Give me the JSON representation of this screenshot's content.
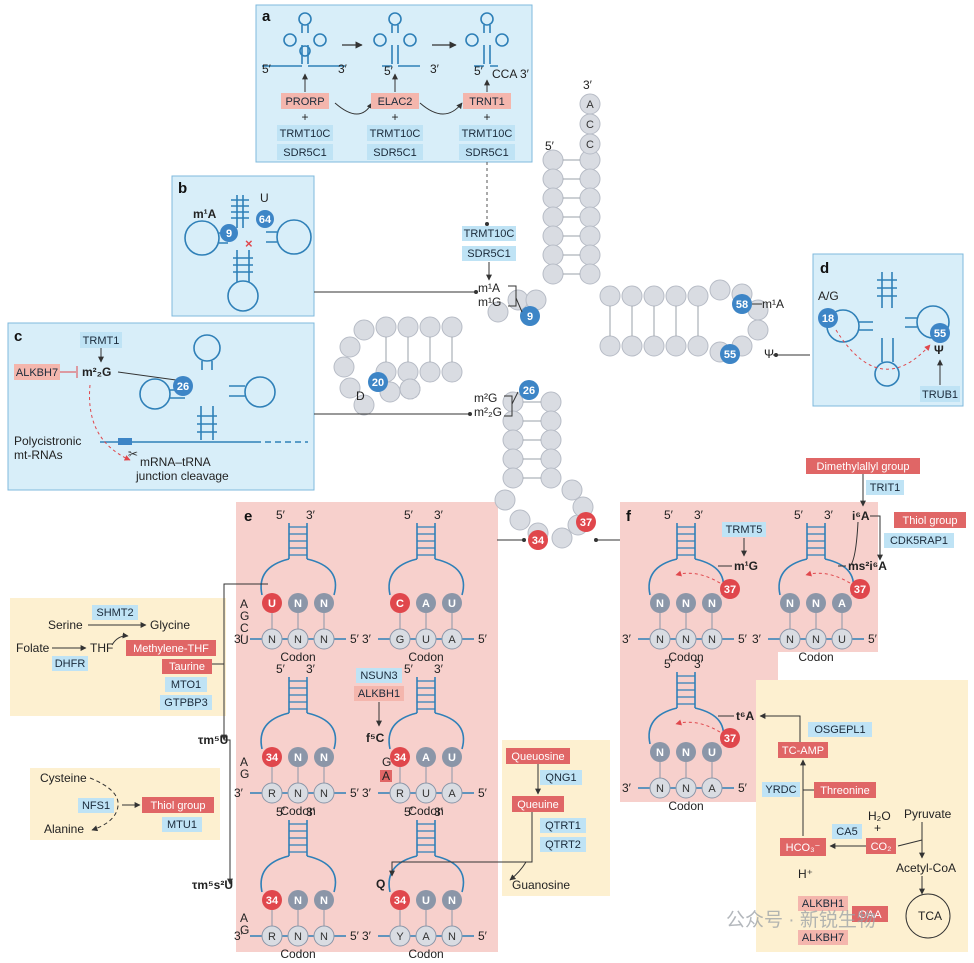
{
  "panels": {
    "a": {
      "letter": "a",
      "ends": {
        "five": "5′",
        "three": "3′",
        "cca": "CCA 3′"
      },
      "enzymes": [
        {
          "name": "PRORP",
          "partners": [
            "TRMT10C",
            "SDR5C1"
          ]
        },
        {
          "name": "ELAC2",
          "partners": [
            "TRMT10C",
            "SDR5C1"
          ]
        },
        {
          "name": "TRNT1",
          "partners": [
            "TRMT10C",
            "SDR5C1"
          ]
        }
      ],
      "plus": "+"
    },
    "b": {
      "letter": "b",
      "mod": "m¹A",
      "pos": [
        "9",
        "64"
      ],
      "u": "U"
    },
    "c": {
      "letter": "c",
      "enzyme": "TRMT1",
      "eraser": "ALKBH7",
      "mod": "m²₂G",
      "pos": "26",
      "poly": "Polycistronic",
      "poly2": "mt-RNAs",
      "cleave": "mRNA–tRNA",
      "cleave2": "junction cleavage"
    },
    "d": {
      "letter": "d",
      "ag": "A/G",
      "pos": [
        "18",
        "55"
      ],
      "psi": "Ψ",
      "enzyme": "TRUB1"
    },
    "e": {
      "letter": "e"
    },
    "f": {
      "letter": "f"
    }
  },
  "trna": {
    "top": {
      "three": "3′",
      "five": "5′",
      "a1": "A",
      "c1": "C",
      "c2": "C"
    },
    "center": {
      "enz1": "TRMT10C",
      "enz2": "SDR5C1",
      "m1A": "m¹A",
      "m1G": "m¹G",
      "m2G": "m²G",
      "m22G": "m²₂G",
      "D": "D",
      "psi": "Ψ",
      "m1A_58": "m¹A"
    },
    "nums": [
      "9",
      "20",
      "26",
      "58",
      "55",
      "34",
      "37"
    ]
  },
  "e_panel": {
    "ends": {
      "five": "5′",
      "three": "3′"
    },
    "codon": "Codon",
    "wobble": [
      "A",
      "G",
      "C",
      "U"
    ],
    "ag": [
      "A",
      "G"
    ],
    "ga": [
      "G",
      "A"
    ],
    "mods": {
      "tm5u": "τm⁵U",
      "f5c": "f⁵C",
      "tm5s2u": "τm⁵s²U",
      "q": "Q"
    },
    "enz": {
      "nsun3": "NSUN3",
      "alkbh1": "ALKBH1"
    },
    "anticodons": {
      "e1": [
        "U",
        "N",
        "N"
      ],
      "e1c": [
        "N",
        "N",
        "N"
      ],
      "e2": [
        "C",
        "A",
        "U"
      ],
      "e2c": [
        "G",
        "U",
        "A"
      ],
      "e3": [
        "34",
        "N",
        "N"
      ],
      "e3c": [
        "R",
        "N",
        "N"
      ],
      "e4": [
        "34",
        "A",
        "U"
      ],
      "e4c": [
        "R",
        "U",
        "A"
      ],
      "e5": [
        "34",
        "N",
        "N"
      ],
      "e5c": [
        "R",
        "N",
        "N"
      ],
      "e6": [
        "34",
        "U",
        "N"
      ],
      "e6c": [
        "Y",
        "A",
        "N"
      ]
    }
  },
  "f_panel": {
    "ends": {
      "five": "5′",
      "three": "3′"
    },
    "codon": "Codon",
    "anticodons": {
      "f1": [
        "N",
        "N",
        "N"
      ],
      "f1c": [
        "N",
        "N",
        "N"
      ],
      "f2": [
        "N",
        "N",
        "A"
      ],
      "f2c": [
        "N",
        "N",
        "U"
      ],
      "f3": [
        "N",
        "N",
        "U"
      ],
      "f3c": [
        "N",
        "N",
        "A"
      ]
    },
    "pos": "37",
    "mods": {
      "m1G": "m¹G",
      "ms2i6A": "ms²i⁶A",
      "i6A": "i⁶A",
      "t6A": "t⁶A"
    },
    "enz": {
      "trmt5": "TRMT5",
      "trit1": "TRIT1",
      "cdk5rap1": "CDK5RAP1",
      "dimethylallyl": "Dimethylallyl group",
      "thiol": "Thiol group"
    }
  },
  "folate_box": {
    "serine": "Serine",
    "glycine": "Glycine",
    "folate": "Folate",
    "thf": "THF",
    "shmt2": "SHMT2",
    "dhfr": "DHFR",
    "methylene": "Methylene-THF",
    "taurine": "Taurine",
    "mto1": "MTO1",
    "gtpbp3": "GTPBP3"
  },
  "cys_box": {
    "cysteine": "Cysteine",
    "alanine": "Alanine",
    "nfs1": "NFS1",
    "thiol": "Thiol group",
    "mtu1": "MTU1"
  },
  "queuine_box": {
    "queuosine": "Queuosine",
    "qng1": "QNG1",
    "queuine": "Queuine",
    "qtrt1": "QTRT1",
    "qtrt2": "QTRT2",
    "guanosine": "Guanosine"
  },
  "t6a_box": {
    "osgepl1": "OSGEPL1",
    "tcamp": "TC-AMP",
    "yrdc": "YRDC",
    "threonine": "Threonine",
    "h2o": "H₂O",
    "plus": "+",
    "pyruvate": "Pyruvate",
    "ca5": "CA5",
    "hco3": "HCO₃⁻",
    "co2": "CO₂",
    "hplus": "H⁺",
    "acetyl": "Acetyl-CoA",
    "alkbh1": "ALKBH1",
    "alkbh7": "ALKBH7",
    "oaa": "OAA",
    "tca": "TCA"
  },
  "watermark": "公众号 · 新锐生物",
  "colors": {
    "blue_box": "#d8eef9",
    "pink_box": "#f7d0cc",
    "yellow_box": "#fdf0d0",
    "blue_chip": "#bfe3f5",
    "red_chip": "#e06666",
    "pink_chip": "#f4b6ad",
    "nt_fill": "#d9dce2",
    "wobble_blue": "#3d85c6",
    "wobble_red": "#e0474c",
    "trna_stroke": "#2f80b8"
  }
}
